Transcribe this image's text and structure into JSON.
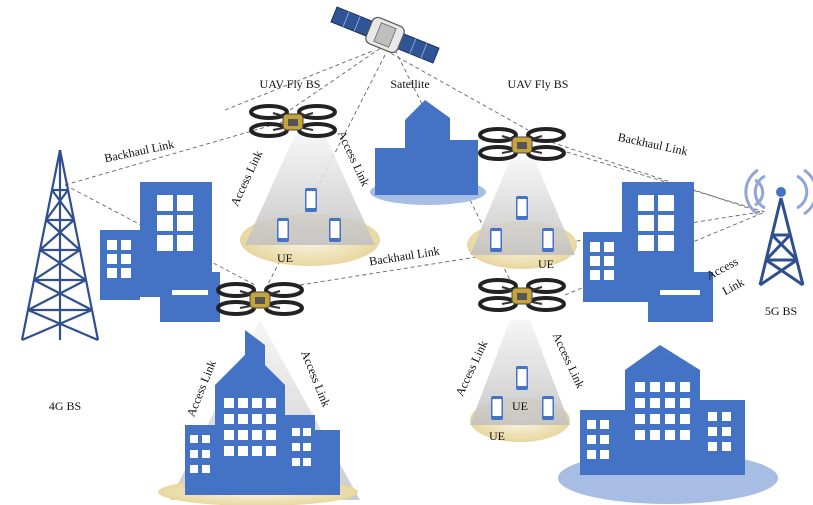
{
  "labels": {
    "satellite": "Satellite",
    "uav_left": "UAV Fly BS",
    "uav_right": "UAV Fly BS",
    "bs_4g": "4G BS",
    "bs_5g": "5G BS",
    "backhaul_left": "Backhaul Link",
    "backhaul_right": "Backhaul Link",
    "backhaul_middle": "Backhaul Link",
    "access_1": "Access Link",
    "access_2": "Access Link",
    "access_3": "Access Link",
    "access_4": "Access Link",
    "access_5": "Access Link",
    "access_6": "Access Link",
    "access_7": "Access",
    "access_7b": "Link",
    "ue_1": "UE",
    "ue_2": "UE",
    "ue_3": "UE",
    "ue_4": "UE"
  },
  "colors": {
    "building": "#4472C4",
    "ground": "#A7BDE3",
    "cone": "#D9D9D9",
    "disc": "#F2E6C4",
    "satellite_panel": "#2F5597"
  }
}
